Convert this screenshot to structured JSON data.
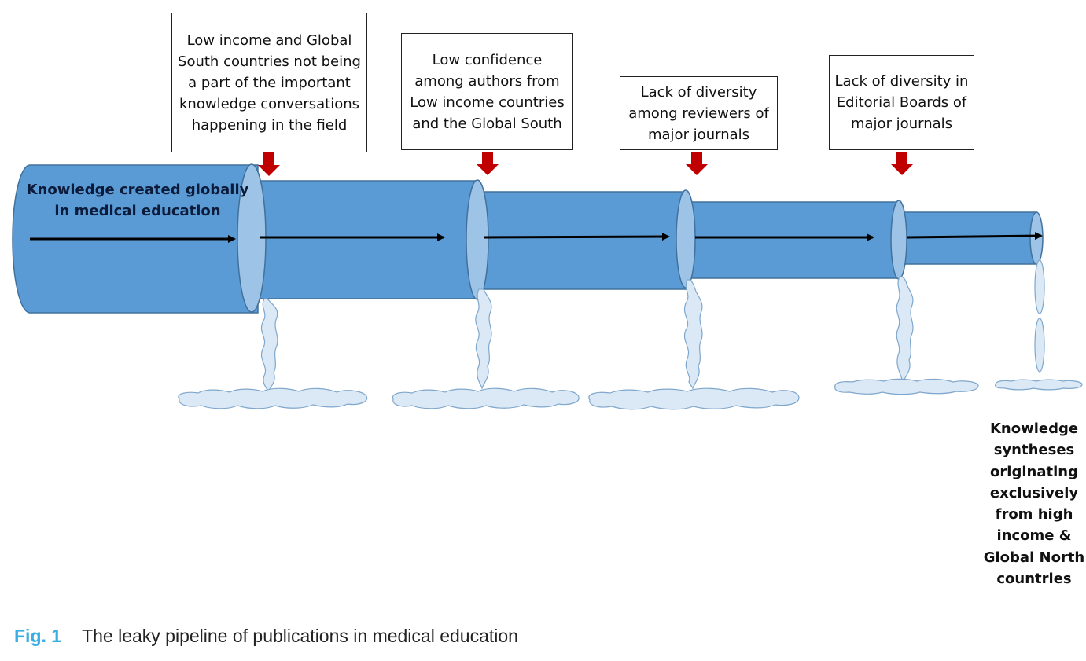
{
  "barriers": [
    "Low income and Global South countries not being a part of the important knowledge conversations happening in the field",
    "Low confidence among authors from Low income countries and the Global South",
    "Lack of diversity among reviewers of major journals",
    "Lack of diversity in Editorial Boards of major journals"
  ],
  "start_label": "Knowledge created globally in medical education",
  "end_label": "Knowledge syntheses originating exclusively from high income & Global North countries",
  "caption": {
    "number": "Fig. 1",
    "text": "The leaky pipeline of publications in medical education"
  },
  "colors": {
    "pipe": "#5b9bd5",
    "pipe_edge": "#41719c",
    "ring": "#9dc3e6",
    "leak": "#dbe8f6",
    "arrow_down": "#c00000",
    "caption_label": "#3aaee3"
  }
}
